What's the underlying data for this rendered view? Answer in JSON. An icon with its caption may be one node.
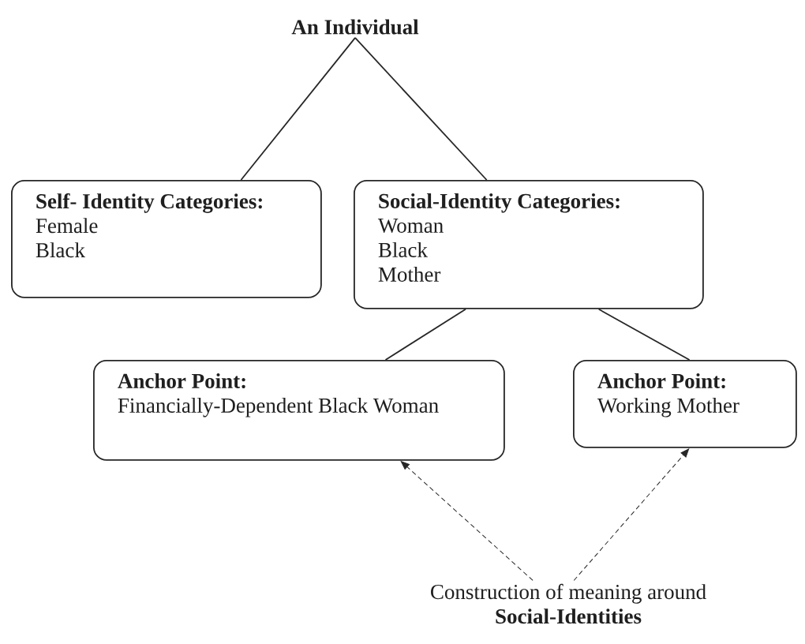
{
  "diagram": {
    "nodes": [
      {
        "text": [
          "An Individual"
        ]
      },
      {
        "text": [
          "Self- Identity Categories:",
          "Female",
          "Black"
        ]
      },
      {
        "text": [
          "Social-Identity Categories:",
          "Woman",
          "Black",
          "Mother"
        ]
      },
      {
        "text": [
          "Anchor Point:",
          "Financially-Dependent Black Woman"
        ]
      },
      {
        "text": [
          "Anchor Point:",
          "Working Mother"
        ]
      },
      {
        "text": [
          "Construction of meaning around",
          "Social-Identities"
        ]
      }
    ],
    "edges": [
      {
        "from": 0,
        "to": 1,
        "arrow": "none"
      },
      {
        "from": 0,
        "to": 2,
        "arrow": "none"
      },
      {
        "from": 2,
        "to": 3,
        "arrow": "none"
      },
      {
        "from": 2,
        "to": 4,
        "arrow": "none"
      },
      {
        "from": 5,
        "to": 3,
        "arrow": "to",
        "style": "dashed"
      },
      {
        "from": 5,
        "to": 4,
        "arrow": "to",
        "style": "dashed"
      }
    ]
  }
}
